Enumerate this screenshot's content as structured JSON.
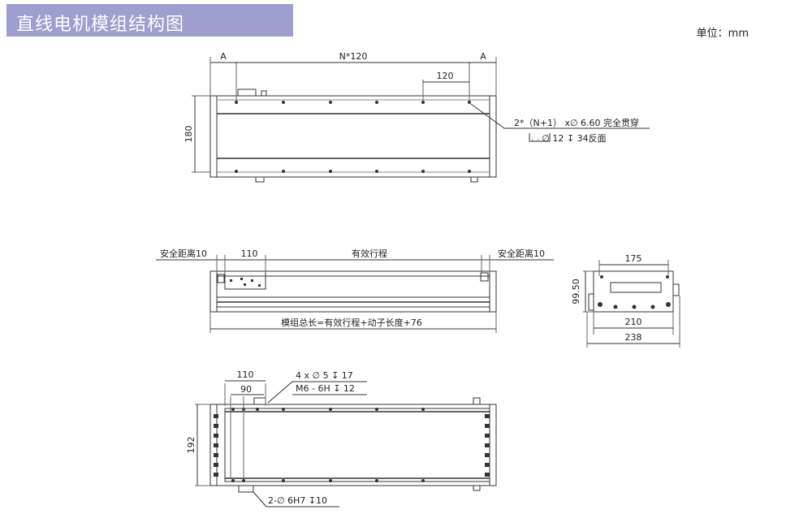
{
  "header": {
    "title": "直线电机模组结构图",
    "unit_label": "单位：mm"
  },
  "view_top": {
    "dim_a_left": "A",
    "dim_total": "N*120",
    "dim_a_right": "A",
    "dim_pitch": "120",
    "dim_height": "180",
    "hole_callout_1": "2*（N+1） x∅ 6.60 完全贯穿",
    "hole_callout_2": "⌴ ∅ 12 ↧ 34反面"
  },
  "view_side": {
    "safety_left": "安全距离10",
    "dim_slider": "110",
    "dim_stroke": "有效行程",
    "safety_right": "安全距离10",
    "total_length": "模组总长=有效行程+动子长度+76"
  },
  "view_end": {
    "dim_top": "175",
    "dim_height": "99.50",
    "dim_inner": "210",
    "dim_outer": "238"
  },
  "view_bottom": {
    "dim_110": "110",
    "dim_90": "90",
    "dim_192": "192",
    "callout_1": "4 x ∅ 5 ↧ 17",
    "callout_2": "M6 - 6H ↧ 12",
    "callout_3": "2-∅ 6H7 ↧10"
  }
}
